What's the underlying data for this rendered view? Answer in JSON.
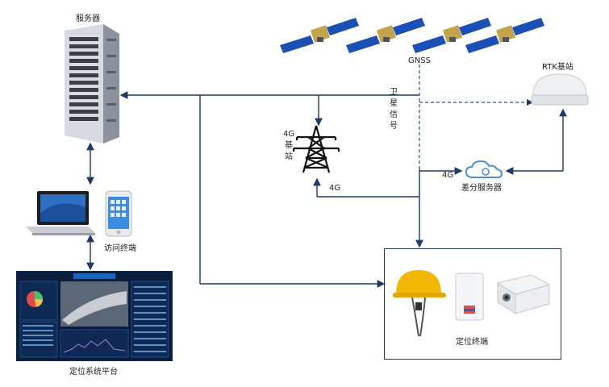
{
  "labels": {
    "server": "服务器",
    "access_terminal": "访问终端",
    "platform": "定位系统平台",
    "gnss": "GNSS",
    "rtk": "RTK基站",
    "satellite_signal": "卫星信号",
    "base_station": "4G基站",
    "diff_server": "差分服务器",
    "link_4g_a": "4G",
    "link_4g_b": "4G",
    "positioning_terminal": "定位终端"
  },
  "colors": {
    "line": "#1f3a66",
    "dash_line": "#2a4f86",
    "cloud": "#4a90d9",
    "helmet": "#f2b705",
    "dashboard_bg": "#0a1e3c",
    "dashboard_title_bar": "#1666c5"
  }
}
